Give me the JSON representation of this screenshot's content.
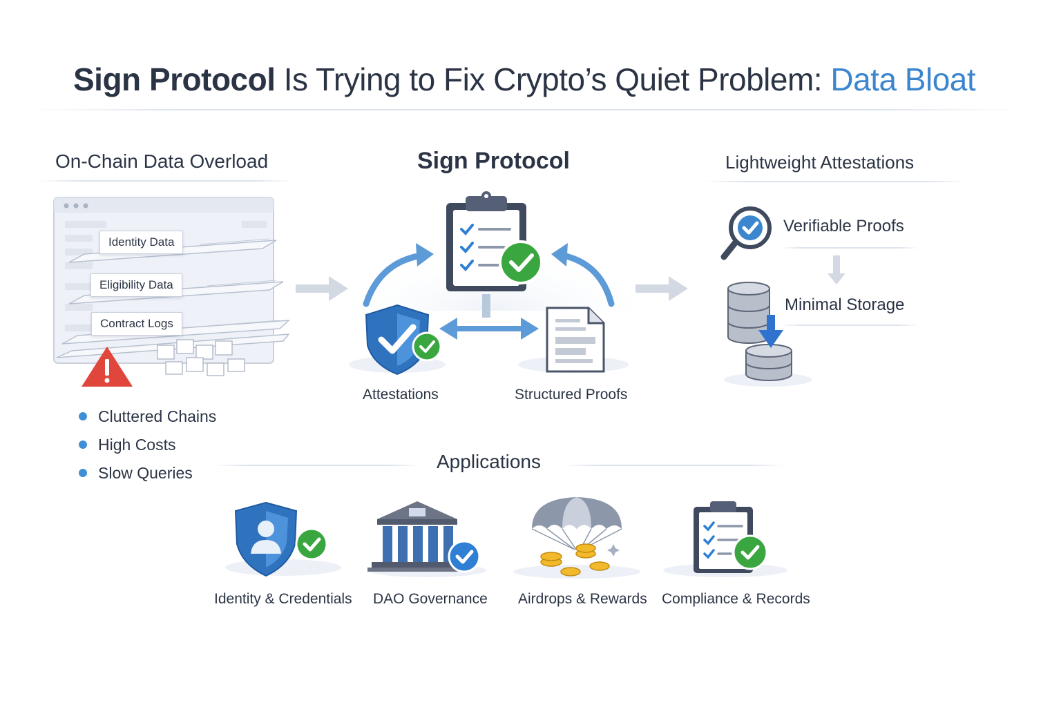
{
  "title": {
    "bold_part": "Sign Protocol",
    "middle_part": " Is Trying to Fix Crypto’s Quiet Problem: ",
    "accent_part": "Data Bloat"
  },
  "left": {
    "heading": "On-Chain Data Overload",
    "doc_tags": [
      "Identity Data",
      "Eligibility Data",
      "Contract Logs"
    ],
    "bullets": [
      "Cluttered Chains",
      "High Costs",
      "Slow Queries"
    ]
  },
  "center": {
    "heading": "Sign Protocol",
    "attestations_label": "Attestations",
    "structured_proofs_label": "Structured Proofs"
  },
  "right": {
    "heading": "Lightweight Attestations",
    "verifiable_proofs_label": "Verifiable Proofs",
    "minimal_storage_label": "Minimal Storage"
  },
  "applications": {
    "heading": "Applications",
    "items": [
      "Identity & Credentials",
      "DAO Governance",
      "Airdrops & Rewards",
      "Compliance & Records"
    ]
  },
  "colors": {
    "accent_blue": "#3b86cf",
    "check_green": "#3aa63f",
    "warning_red": "#e0463c",
    "text_dark": "#2b3445"
  }
}
